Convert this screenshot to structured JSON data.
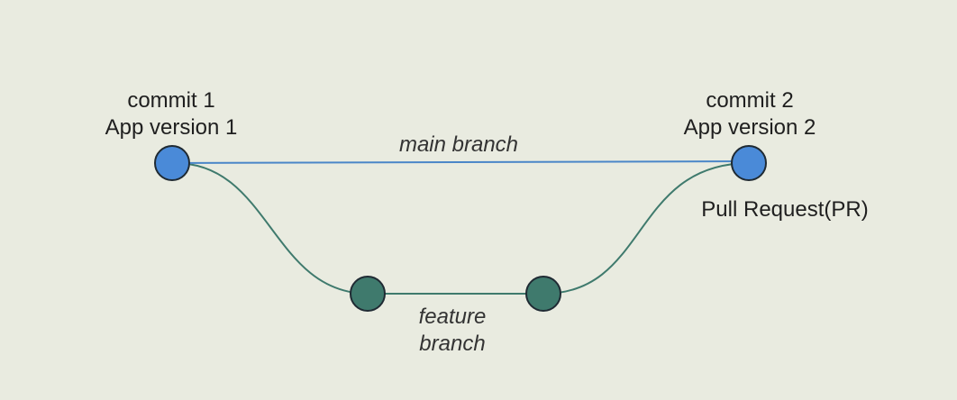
{
  "diagram": {
    "commit1": {
      "title": "commit 1",
      "subtitle": "App version 1"
    },
    "commit2": {
      "title": "commit 2",
      "subtitle": "App version 2"
    },
    "main_branch_label": "main branch",
    "feature_branch_label_line1": "feature",
    "feature_branch_label_line2": "branch",
    "pr_label": "Pull Request(PR)"
  },
  "colors": {
    "background": "#e9ebe0",
    "main_commit_fill": "#4a8ad8",
    "feature_commit_fill": "#3f7a6d",
    "main_line": "#4a86c8",
    "feature_line": "#3f7a6d",
    "outline": "#1f2a33"
  }
}
